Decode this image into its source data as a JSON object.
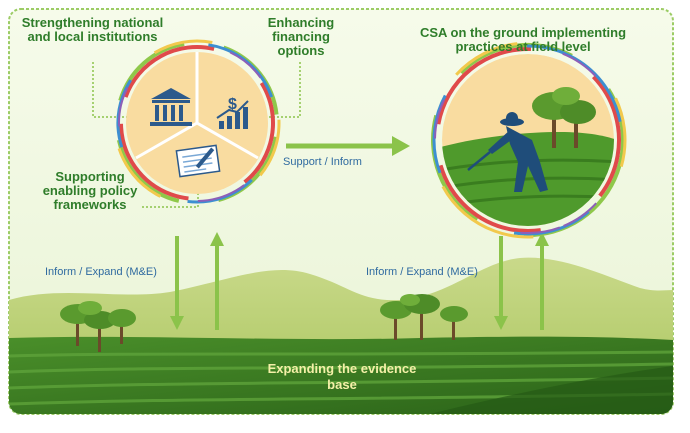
{
  "labels": {
    "strengthening": "Strengthening national and local institutions",
    "financing": "Enhancing financing options",
    "policy": "Supporting enabling policy frameworks",
    "csa_title": "CSA on the ground implementing practices at field level",
    "support_inform": "Support / Inform",
    "inform_expand_left": "Inform / Expand (M&E)",
    "inform_expand_right": "Inform / Expand (M&E)",
    "evidence": "Expanding the evidence base"
  },
  "colors": {
    "frame_border": "#9ccc65",
    "background": "#f1f8e6",
    "title_text": "#2f7d2a",
    "small_text": "#2f6aa0",
    "arrow": "#8bc34a",
    "circle_fill": "#f9dca0",
    "field_dark": "#2e6b1f",
    "field_light": "#7db03a",
    "evidence_text": "#f4f0a8"
  },
  "icons": [
    "bank-icon",
    "growth-chart-icon",
    "signing-document-icon",
    "farmer-icon",
    "tree-icon"
  ]
}
